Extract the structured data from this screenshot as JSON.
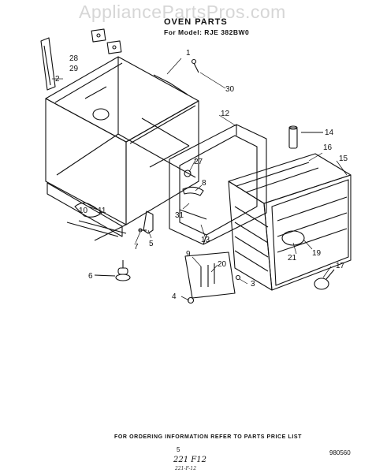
{
  "watermark": "AppliancePartsPros.com",
  "header": {
    "title": "OVEN PARTS",
    "subtitle": "For Model: RJE 382BW0"
  },
  "footer": {
    "ordering_note": "FOR ORDERING INFORMATION REFER TO PARTS PRICE LIST",
    "page_number": "5",
    "document_number": "980560",
    "handwritten_note": "221 F12",
    "handwritten_note_2": "221-F-12"
  },
  "callouts": {
    "c1": "1",
    "c2": "2",
    "c3": "3",
    "c4": "4",
    "c5": "5",
    "c6": "6",
    "c7": "7",
    "c8": "8",
    "c9": "9",
    "c10": "10",
    "c11": "11",
    "c12": "12",
    "c13": "13",
    "c14": "14",
    "c15": "15",
    "c16": "16",
    "c17": "17",
    "c19": "19",
    "c20": "20",
    "c21": "21",
    "c27": "27",
    "c28": "28",
    "c29": "29",
    "c30": "30",
    "c31": "31"
  }
}
